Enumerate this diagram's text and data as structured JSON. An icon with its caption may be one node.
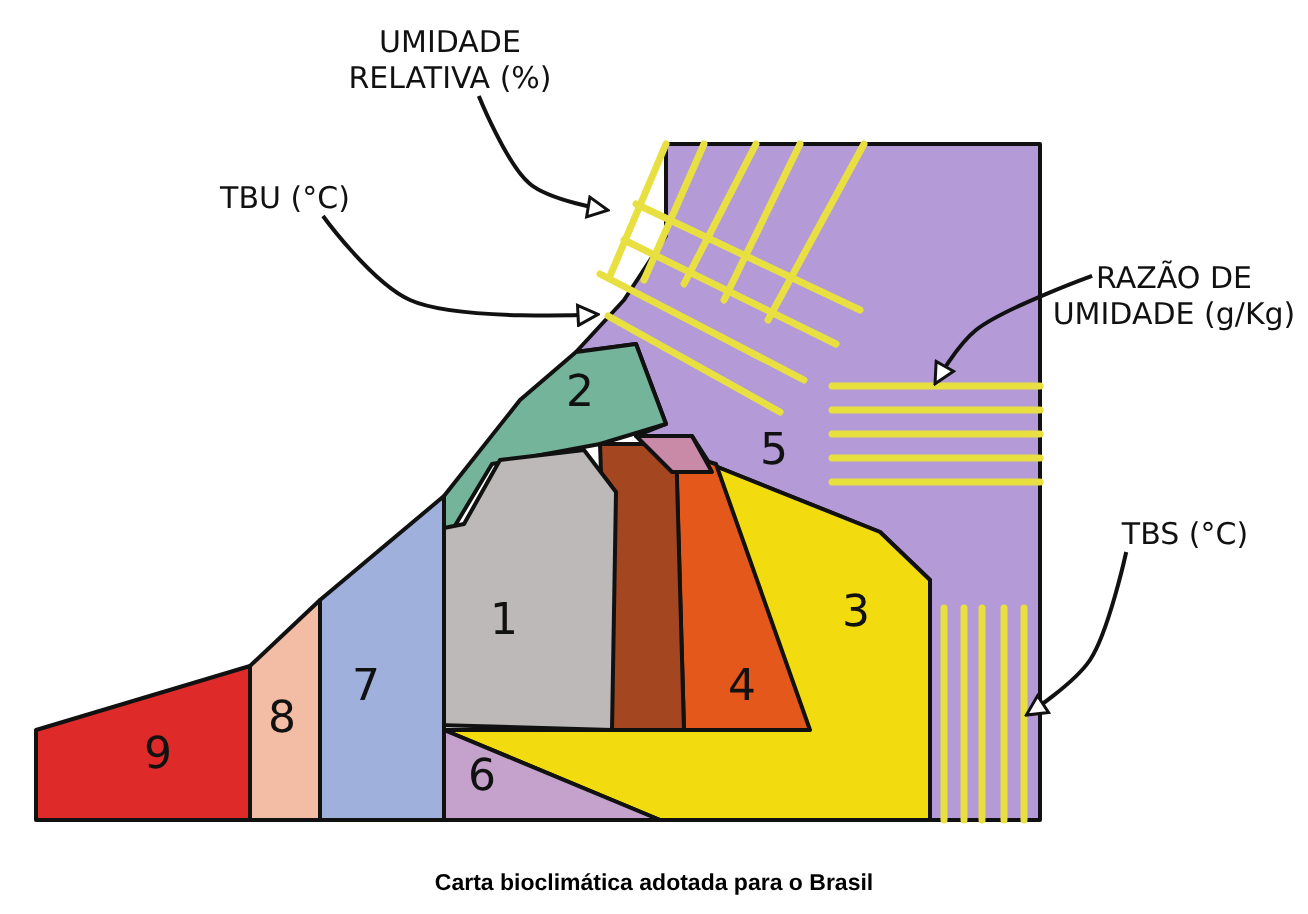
{
  "diagram": {
    "caption": "Carta bioclimática adotada para o Brasil",
    "nodes": [
      {
        "text": [
          "1"
        ]
      },
      {
        "text": [
          "2"
        ]
      },
      {
        "text": [
          "3"
        ]
      },
      {
        "text": [
          "4"
        ],
        "in": 2
      },
      {
        "text": [
          "5"
        ]
      },
      {
        "text": [
          "6"
        ]
      },
      {
        "text": [
          "7"
        ]
      },
      {
        "text": [
          "8"
        ]
      },
      {
        "text": [
          "9"
        ]
      },
      {
        "text": [],
        "shape": "polygon"
      },
      {
        "text": [],
        "shape": "polygon"
      },
      {
        "text": [
          "UMIDADE RELATIVA (%)"
        ]
      },
      {
        "text": [
          "TBU (°C)"
        ]
      },
      {
        "text": [
          "RAZÃO DE UMIDADE (g/Kg)"
        ]
      },
      {
        "text": [
          "TBS (°C)"
        ]
      },
      {
        "text": [],
        "shape": "lines",
        "in": 4
      },
      {
        "text": [],
        "shape": "lines",
        "in": 4
      },
      {
        "text": [],
        "shape": "lines",
        "in": 4
      },
      {
        "text": [],
        "shape": "lines",
        "in": 4
      }
    ],
    "edges": [
      {
        "from": 11,
        "to": 15,
        "arrow": "to"
      },
      {
        "from": 12,
        "to": 16,
        "arrow": "to"
      },
      {
        "from": 13,
        "to": 17,
        "arrow": "to"
      },
      {
        "from": 14,
        "to": 18,
        "arrow": "to"
      }
    ]
  }
}
